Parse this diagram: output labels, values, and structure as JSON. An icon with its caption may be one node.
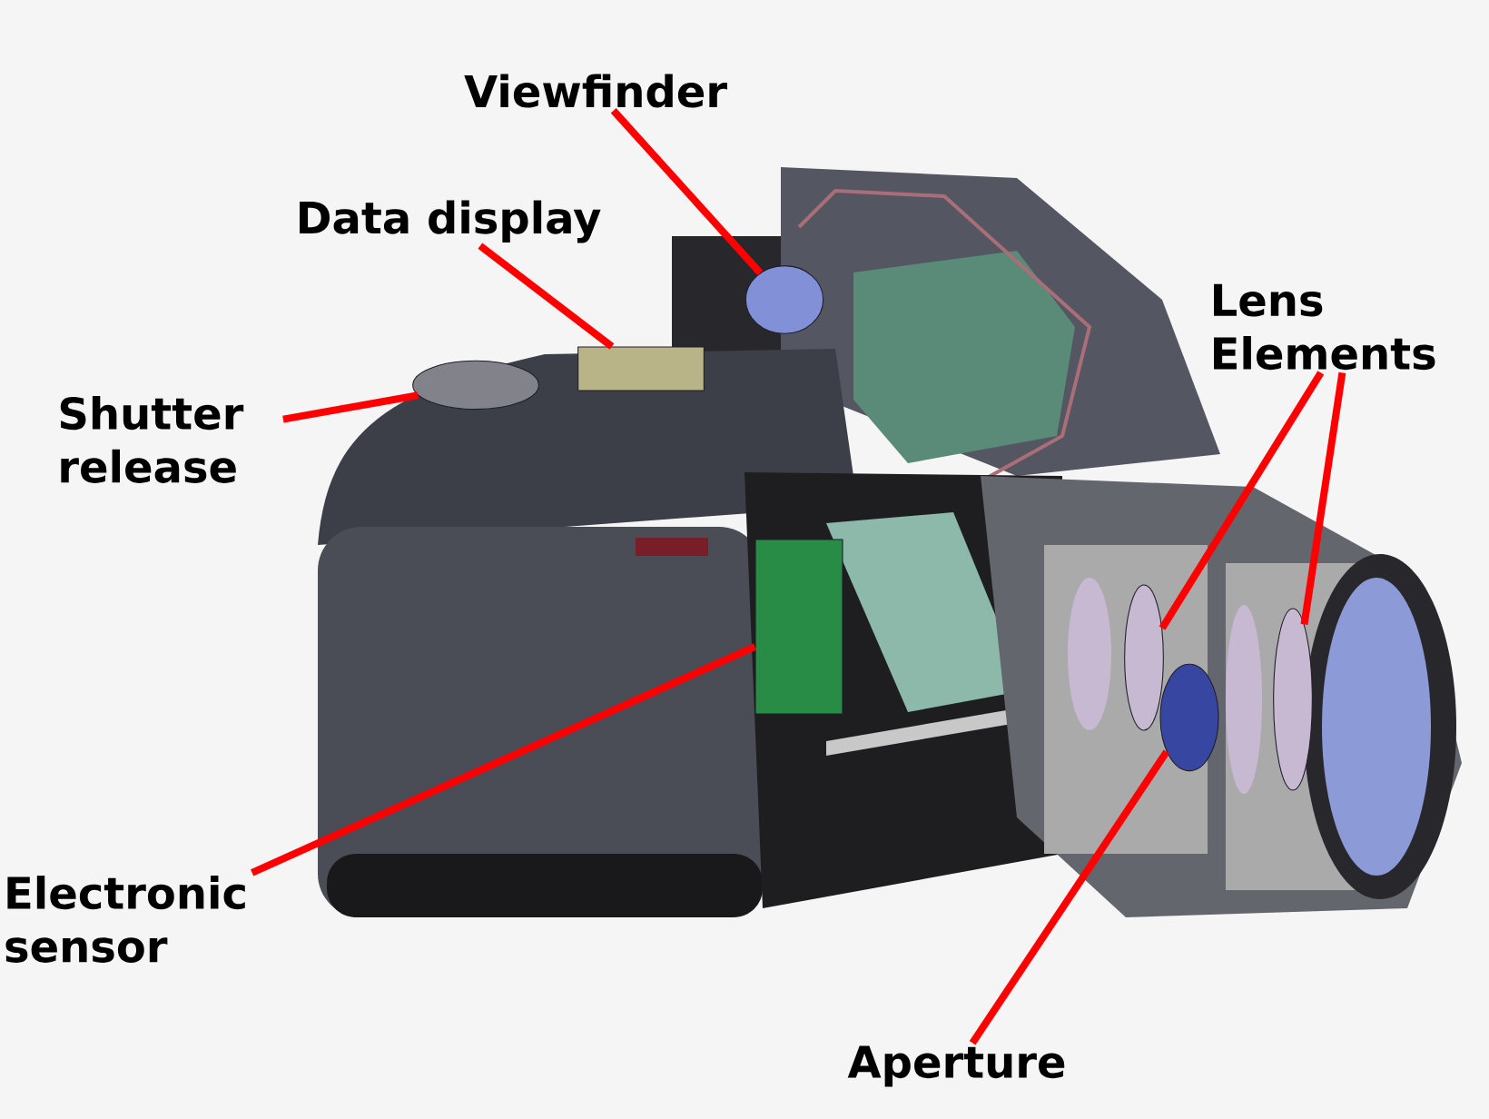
{
  "diagram": {
    "nodes": [
      {
        "text": [
          "Viewfinder"
        ]
      },
      {
        "text": [
          "Data display"
        ]
      },
      {
        "text": [
          "Shutter release"
        ]
      },
      {
        "text": [
          "Lens Elements"
        ]
      },
      {
        "text": [
          "Electronic sensor"
        ]
      },
      {
        "text": [
          "Aperture"
        ]
      },
      {
        "text": [],
        "shape": "circle"
      },
      {
        "text": [],
        "shape": "box"
      },
      {
        "text": [],
        "shape": "circle"
      },
      {
        "text": [],
        "shape": "circle"
      },
      {
        "text": [],
        "shape": "circle"
      },
      {
        "text": [],
        "shape": "box"
      },
      {
        "text": [],
        "shape": "circle"
      }
    ],
    "edges": [
      {
        "from": 0,
        "to": 6,
        "arrow": "none"
      },
      {
        "from": 1,
        "to": 7,
        "arrow": "none"
      },
      {
        "from": 2,
        "to": 8,
        "arrow": "none"
      },
      {
        "from": 3,
        "to": 9,
        "arrow": "none"
      },
      {
        "from": 3,
        "to": 10,
        "arrow": "none"
      },
      {
        "from": 4,
        "to": 11,
        "arrow": "none"
      },
      {
        "from": 5,
        "to": 12,
        "arrow": "none"
      }
    ]
  }
}
